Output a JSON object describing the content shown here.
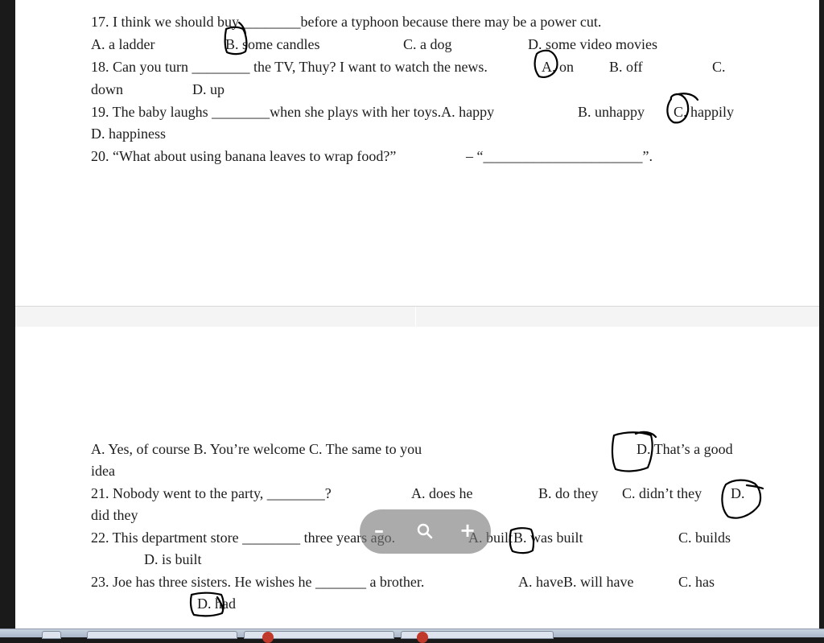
{
  "page1": {
    "lines": [
      {
        "text": "17. I think we should buy ________before a typhoon because there may be a power cut."
      },
      {
        "text": "A. a ladder"
      },
      {
        "text": "B. some candles"
      },
      {
        "text": "C. a dog"
      },
      {
        "text": "D. some video movies"
      },
      {
        "text": "18. Can you turn ________ the TV, Thuy? I want to watch the news."
      },
      {
        "text": "A. on"
      },
      {
        "text": "B. off"
      },
      {
        "text": "C."
      },
      {
        "text": "down"
      },
      {
        "text": "D. up"
      },
      {
        "text": "19. The baby laughs ________when she plays with her toys.A. happy"
      },
      {
        "text": "B. unhappy"
      },
      {
        "text": "C. happily"
      },
      {
        "text": "D. happiness"
      },
      {
        "text": "20.  “What about using banana leaves to wrap food?”"
      },
      {
        "text": "– “______________________”."
      }
    ]
  },
  "page2": {
    "lines": [
      {
        "text": "A. Yes, of course  B. You’re welcome  C. The same to you"
      },
      {
        "text": "D. That’s a good"
      },
      {
        "text": "idea"
      },
      {
        "text": "21. Nobody went to the party, ________?"
      },
      {
        "text": "A. does he"
      },
      {
        "text": "B. do they"
      },
      {
        "text": "C. didn’t they"
      },
      {
        "text": "D."
      },
      {
        "text": "did they"
      },
      {
        "text": "22. This department store ________ three years ago."
      },
      {
        "text": "A. built"
      },
      {
        "text": "B. was built"
      },
      {
        "text": "C. builds"
      },
      {
        "text": "D. is built"
      },
      {
        "text": "23. Joe has three sisters. He wishes he _______ a brother."
      },
      {
        "text": "A. haveB. will have"
      },
      {
        "text": "C. has"
      },
      {
        "text": "D. had"
      }
    ]
  },
  "zoom_controls": {
    "minus": "–",
    "plus": "+"
  },
  "colors": {
    "text": "#1c1c1c",
    "ink": "#000000",
    "zoom_overlay": "#787878"
  }
}
